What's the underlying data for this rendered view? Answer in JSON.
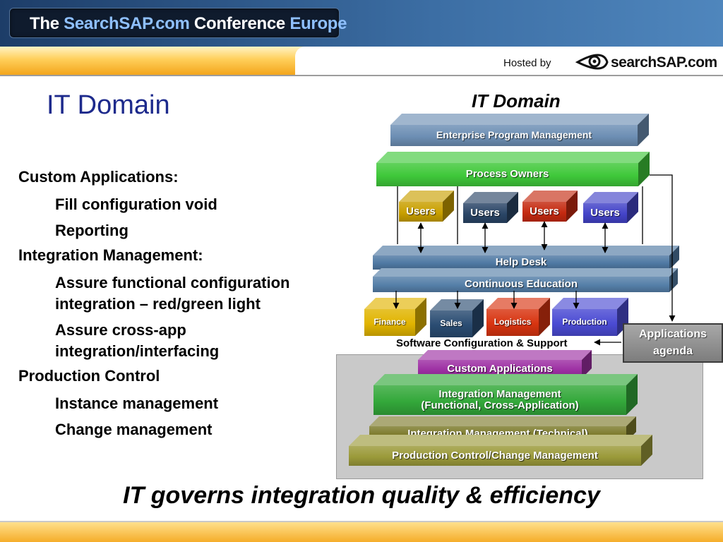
{
  "header": {
    "conference_title_parts": [
      {
        "text": "The ",
        "tone": "w"
      },
      {
        "text": "SearchSAP.com",
        "tone": "b"
      },
      {
        "text": " Conference ",
        "tone": "w"
      },
      {
        "text": "Europe",
        "tone": "b"
      }
    ],
    "hosted_by": "Hosted by",
    "logo_text": "searchSAP.com"
  },
  "slide": {
    "title": "IT Domain",
    "bullets": [
      {
        "level": 1,
        "text": "Custom Applications:"
      },
      {
        "level": 2,
        "text": "Fill configuration void"
      },
      {
        "level": 2,
        "text": "Reporting"
      },
      {
        "level": 1,
        "text": "Integration Management:"
      },
      {
        "level": 2,
        "text": "Assure functional configuration integration – red/green light"
      },
      {
        "level": 2,
        "text": "Assure cross-app integration/interfacing"
      },
      {
        "level": 1,
        "text": "Production Control"
      },
      {
        "level": 2,
        "text": "Instance management"
      },
      {
        "level": 2,
        "text": "Change management"
      }
    ],
    "tagline": "IT governs integration quality & efficiency"
  },
  "diagram": {
    "title": "IT Domain",
    "colors": {
      "epm": "#6d8fb4",
      "process_owners": "#3fc83a",
      "users_gold": "#c9a000",
      "users_navy": "#2a4566",
      "users_red": "#c52a10",
      "users_blue": "#4343c8",
      "help_desk": "#4f79a3",
      "continuous_education": "#557fa8",
      "finance": "#e1b400",
      "sales": "#2a4c72",
      "logistics": "#d83410",
      "production": "#4b4bd3",
      "custom_applications": "#9d2fa3",
      "integration_management": "#33a83a",
      "integration_technical": "#7d7b2c",
      "production_control": "#9b9a3a"
    },
    "blocks": {
      "enterprise_program_management": "Enterprise Program Management",
      "process_owners": "Process Owners",
      "users": [
        "Users",
        "Users",
        "Users",
        "Users"
      ],
      "help_desk": "Help Desk",
      "continuous_education": "Continuous Education",
      "modules": [
        "Finance",
        "Sales",
        "Logistics",
        "Production"
      ],
      "software_configuration": "Software Configuration & Support",
      "applications_agenda": [
        "Applications",
        "agenda"
      ],
      "custom_applications": "Custom Applications",
      "integration_management": [
        "Integration Management",
        "(Functional, Cross-Application)"
      ],
      "integration_technical": "Integration Management (Technical)",
      "production_control": "Production Control/Change Management"
    }
  }
}
